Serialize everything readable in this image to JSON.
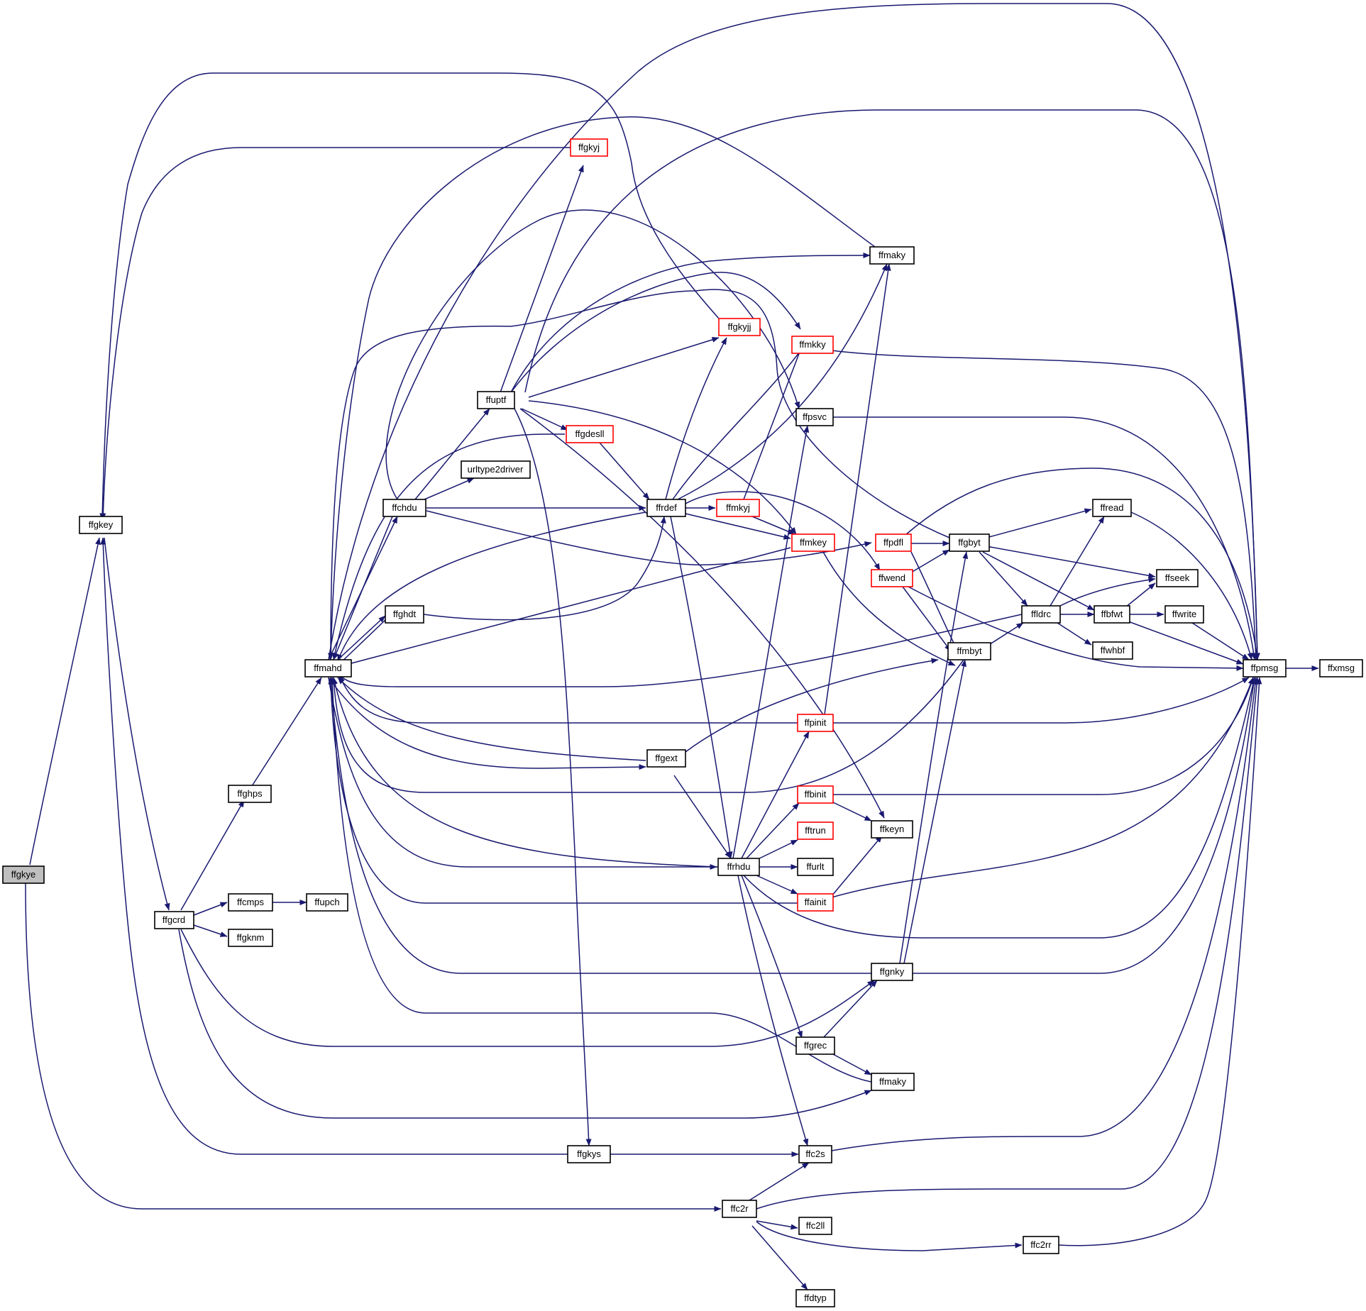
{
  "colors": {
    "edge": "#191970",
    "node_border": "#000000",
    "alt_border": "#ff0000",
    "root_fill": "#bfbfbf",
    "background": "#ffffff"
  },
  "nodes": {
    "ffgkye": "ffgkye",
    "ffgkey": "ffgkey",
    "ffgcrd": "ffgcrd",
    "ffghps": "ffghps",
    "ffcmps": "ffcmps",
    "ffupch": "ffupch",
    "ffgknm": "ffgknm",
    "ffmahd": "ffmahd",
    "ffchdu": "ffchdu",
    "ffghdt": "ffghdt",
    "ffuptf": "ffuptf",
    "urltype2driver": "urltype2driver",
    "ffgkyj": "ffgkyj",
    "ffgdesll": "ffgdesll",
    "ffgkys": "ffgkys",
    "ffrdef": "ffrdef",
    "ffgext": "ffgext",
    "ffrhdu": "ffrhdu",
    "ffc2r": "ffc2r",
    "ffgkyjj": "ffgkyjj",
    "ffmkky": "ffmkky",
    "ffpsvc": "ffpsvc",
    "ffmkyj": "ffmkyj",
    "ffmkey": "ffmkey",
    "ffpinit": "ffpinit",
    "ffbinit": "ffbinit",
    "fftrun": "fftrun",
    "ffurlt": "ffurlt",
    "ffainit": "ffainit",
    "ffgrec": "ffgrec",
    "ffc2s": "ffc2s",
    "ffc2ll": "ffc2ll",
    "ffdtyp": "ffdtyp",
    "ffmaky_top": "ffmaky",
    "ffmaky_bottom": "ffmaky",
    "ffkeyn": "ffkeyn",
    "ffgnky": "ffgnky",
    "ffpdfl": "ffpdfl",
    "ffwend": "ffwend",
    "ffgbyt": "ffgbyt",
    "ffmbyt": "ffmbyt",
    "ffc2rr": "ffc2rr",
    "ffldrc": "ffldrc",
    "ffread": "ffread",
    "ffseek": "ffseek",
    "ffbfwt": "ffbfwt",
    "ffwhbf": "ffwhbf",
    "ffwrite": "ffwrite",
    "ffpmsg": "ffpmsg",
    "ffxmsg": "ffxmsg"
  }
}
